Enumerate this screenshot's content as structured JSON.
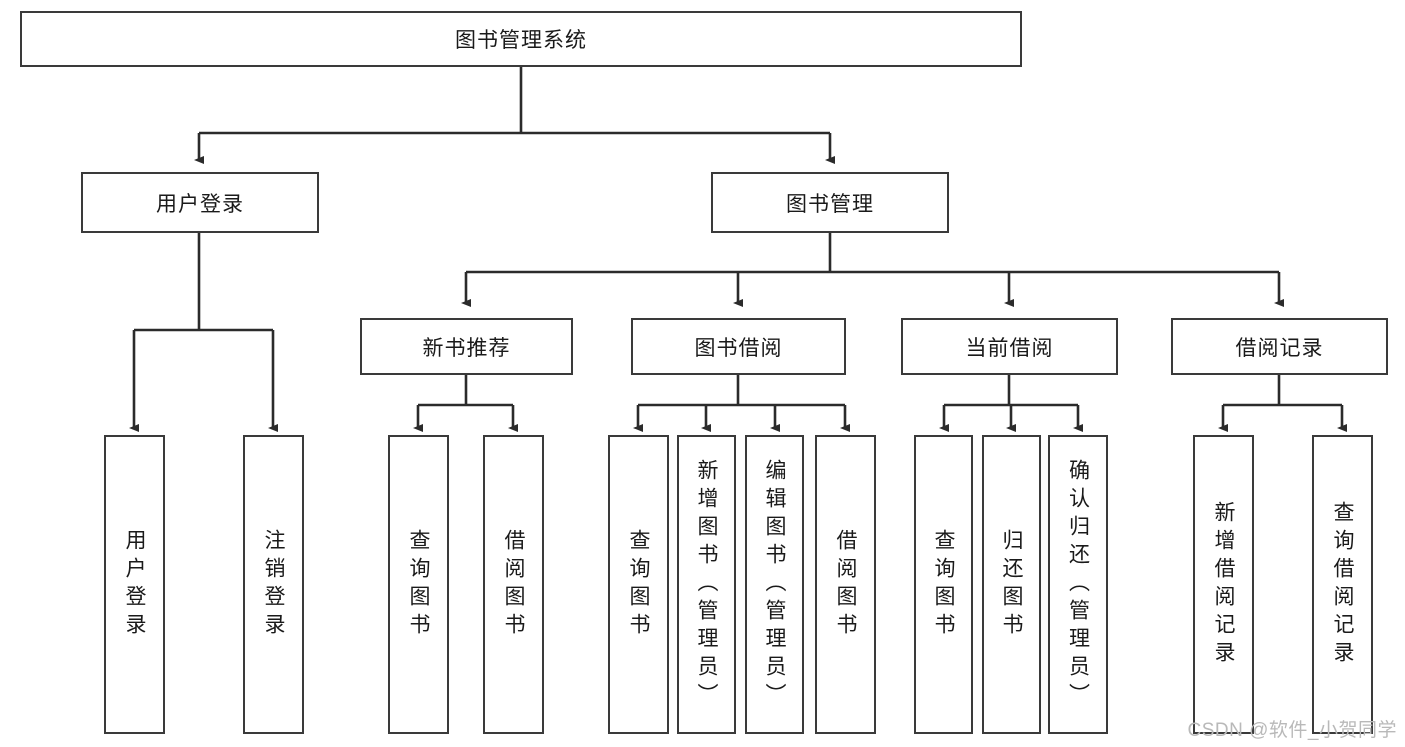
{
  "diagram": {
    "title": "图书管理系统",
    "type": "tree",
    "orientation": "top-down",
    "watermark": "CSDN @软件_小贺同学",
    "colors": {
      "box_border": "#3a3a3a",
      "box_fill": "#ffffff",
      "edge": "#2b2b2b",
      "text": "#1a1a1a",
      "watermark": "#b9b9b9"
    },
    "nodes": {
      "root": {
        "label": "图书管理系统",
        "level": 1,
        "orientation": "horizontal"
      },
      "l2": [
        {
          "id": "user-login",
          "label": "用户登录",
          "level": 2,
          "orientation": "horizontal"
        },
        {
          "id": "book-manage",
          "label": "图书管理",
          "level": 2,
          "orientation": "horizontal"
        }
      ],
      "l3": [
        {
          "id": "new-book-recommend",
          "label": "新书推荐",
          "level": 3,
          "orientation": "horizontal"
        },
        {
          "id": "book-borrow",
          "label": "图书借阅",
          "level": 3,
          "orientation": "horizontal"
        },
        {
          "id": "current-borrow",
          "label": "当前借阅",
          "level": 3,
          "orientation": "horizontal"
        },
        {
          "id": "borrow-record",
          "label": "借阅记录",
          "level": 3,
          "orientation": "horizontal"
        }
      ],
      "leaves": [
        {
          "id": "leaf-user-login",
          "label": "用户登录",
          "parent": "user-login",
          "orientation": "vertical"
        },
        {
          "id": "leaf-user-logout",
          "label": "注销登录",
          "parent": "user-login",
          "orientation": "vertical"
        },
        {
          "id": "leaf-query-book-1",
          "label": "查询图书",
          "parent": "new-book-recommend",
          "orientation": "vertical"
        },
        {
          "id": "leaf-borrow-book-1",
          "label": "借阅图书",
          "parent": "new-book-recommend",
          "orientation": "vertical"
        },
        {
          "id": "leaf-query-book-2",
          "label": "查询图书",
          "parent": "book-borrow",
          "orientation": "vertical"
        },
        {
          "id": "leaf-add-book",
          "label": "新增图书（管理员）",
          "parent": "book-borrow",
          "orientation": "vertical"
        },
        {
          "id": "leaf-edit-book",
          "label": "编辑图书（管理员）",
          "parent": "book-borrow",
          "orientation": "vertical"
        },
        {
          "id": "leaf-borrow-book-2",
          "label": "借阅图书",
          "parent": "book-borrow",
          "orientation": "vertical"
        },
        {
          "id": "leaf-query-book-3",
          "label": "查询图书",
          "parent": "current-borrow",
          "orientation": "vertical"
        },
        {
          "id": "leaf-return-book",
          "label": "归还图书",
          "parent": "current-borrow",
          "orientation": "vertical"
        },
        {
          "id": "leaf-confirm-return",
          "label": "确认归还（管理员）",
          "parent": "current-borrow",
          "orientation": "vertical"
        },
        {
          "id": "leaf-add-record",
          "label": "新增借阅记录",
          "parent": "borrow-record",
          "orientation": "vertical"
        },
        {
          "id": "leaf-query-record",
          "label": "查询借阅记录",
          "parent": "borrow-record",
          "orientation": "vertical"
        }
      ]
    }
  }
}
